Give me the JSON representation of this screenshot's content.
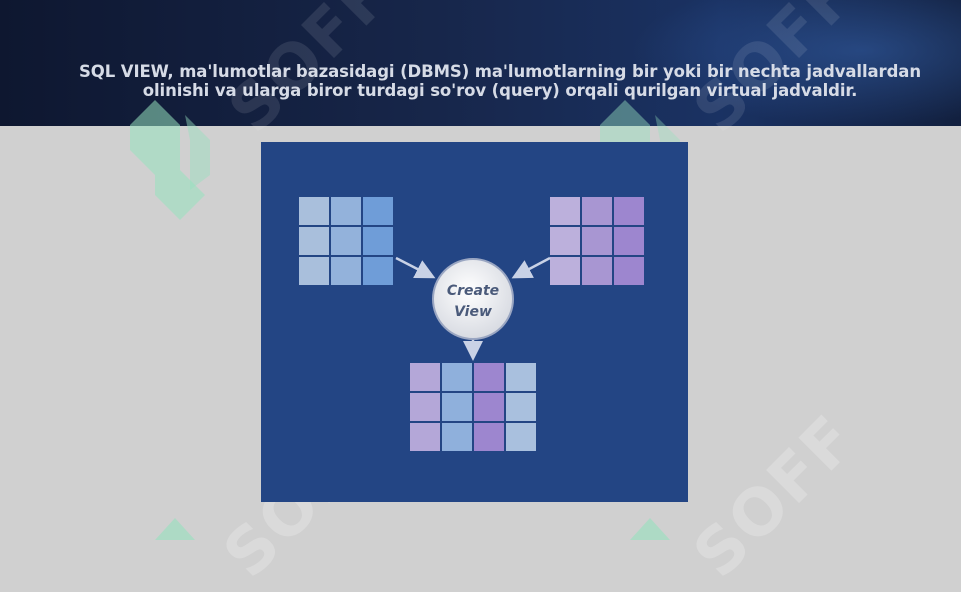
{
  "slide": {
    "title_line1": "SQL VIEW, ma'lumotlar bazasidagi (DBMS) ma'lumotlarning bir yoki bir nechta jadvallardan",
    "title_line2": "olinishi va ularga biror turdagi so'rov (query) orqali qurilgan virtual jadvaldir."
  },
  "diagram": {
    "center_label_line1": "Create",
    "center_label_line2": "View"
  },
  "watermark": {
    "text": "SOFF"
  },
  "colors": {
    "header_dark": "#0e1730",
    "figure_bg": "#234584",
    "blue_cell": "#8fb0d8",
    "purple_cell": "#b6a6d6",
    "page_bg": "#d0d0d0",
    "watermark_green": "#a8e6c8"
  }
}
